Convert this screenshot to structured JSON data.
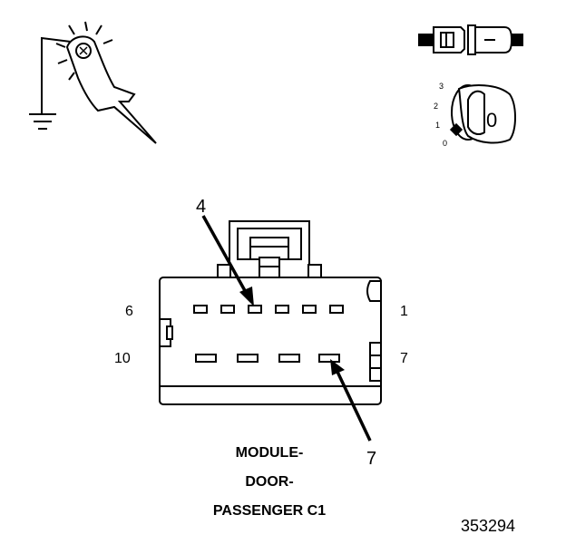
{
  "pin_labels": {
    "top_left": "6",
    "top_right": "1",
    "bottom_left": "10",
    "bottom_right": "7"
  },
  "callouts": {
    "upper": "4",
    "lower": "7"
  },
  "ignition_positions": [
    "3",
    "2",
    "1",
    "0"
  ],
  "key_label": "0",
  "connector_name": {
    "line1": "MODULE-",
    "line2": "DOOR-",
    "line3": "PASSENGER C1"
  },
  "figure_number": "353294",
  "icons": [
    "ground-probe-icon",
    "connector-disconnect-icon",
    "ignition-key-icon"
  ],
  "colors": {
    "ink": "#000000",
    "background": "#ffffff"
  }
}
